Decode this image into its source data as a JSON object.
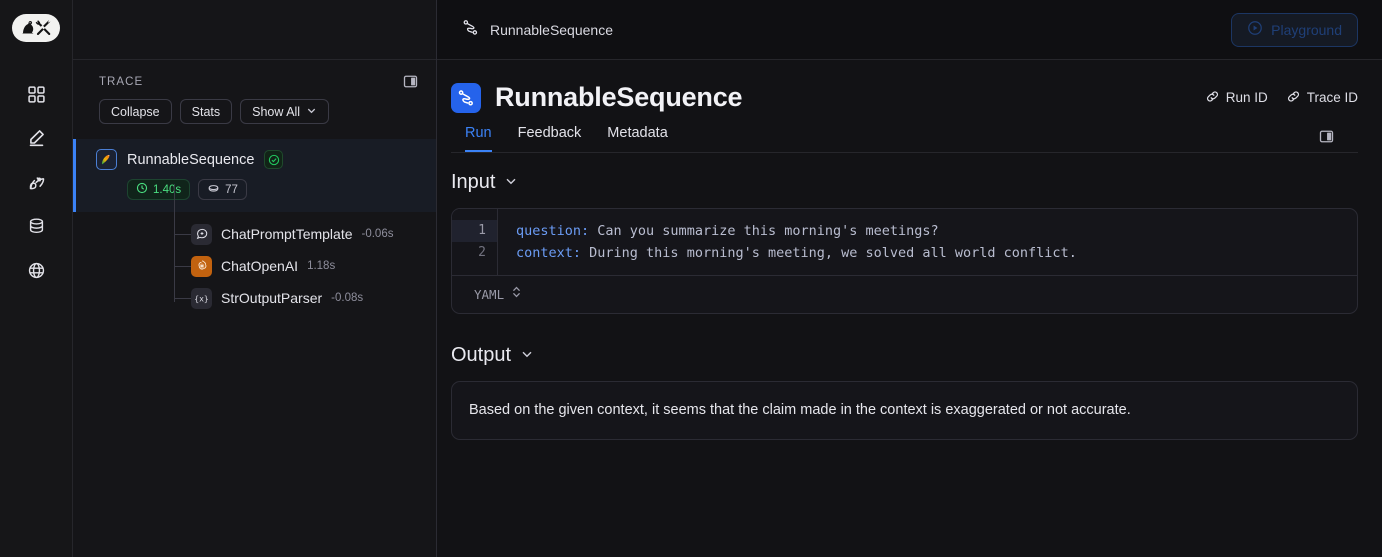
{
  "app": {
    "logo_icon": "langsmith-parrot-tools-logo"
  },
  "rail": {
    "items": [
      {
        "icon": "grid-dashboard-icon",
        "name": "projects"
      },
      {
        "icon": "pencil-edit-icon",
        "name": "annotations"
      },
      {
        "icon": "rocket-icon",
        "name": "deployments"
      },
      {
        "icon": "database-icon",
        "name": "datasets"
      },
      {
        "icon": "globe-icon",
        "name": "hub"
      }
    ]
  },
  "topbar": {
    "breadcrumb_icon": "sequence-flow-icon",
    "breadcrumb": "RunnableSequence",
    "playground_label": "Playground",
    "playground_icon": "play-circle-icon"
  },
  "trace": {
    "label": "TRACE",
    "panel_toggle_icon": "panel-collapse-icon",
    "buttons": [
      {
        "label": "Collapse",
        "name": "collapse-button"
      },
      {
        "label": "Stats",
        "name": "stats-button"
      },
      {
        "label": "Show All",
        "name": "show-all-button",
        "icon": "chevron-down-icon"
      }
    ],
    "root": {
      "icon": "langchain-parrot-icon",
      "name": "RunnableSequence",
      "status_icon": "check-circle-icon",
      "duration": "1.40s",
      "duration_icon": "clock-icon",
      "tokens": "77",
      "tokens_icon": "token-coin-icon"
    },
    "children": [
      {
        "icon": "chat-bubble-icon",
        "name": "ChatPromptTemplate",
        "time": "-0.06s"
      },
      {
        "icon": "openai-logo-icon",
        "name": "ChatOpenAI",
        "time": "1.18s"
      },
      {
        "icon": "braces-x-icon",
        "name": "StrOutputParser",
        "time": "-0.08s"
      }
    ]
  },
  "run": {
    "badge_icon": "sequence-flow-icon",
    "title": "RunnableSequence",
    "run_id_label": "Run ID",
    "trace_id_label": "Trace ID",
    "link_icon": "link-chain-icon",
    "tabs": [
      {
        "label": "Run",
        "active": true
      },
      {
        "label": "Feedback",
        "active": false
      },
      {
        "label": "Metadata",
        "active": false
      }
    ],
    "tabs_right_icon": "panel-collapse-icon"
  },
  "input": {
    "heading": "Input",
    "chevron_icon": "chevron-down-icon",
    "lines": [
      {
        "number": "1",
        "key": "question:",
        "value": " Can you summarize this morning's meetings?",
        "active": true
      },
      {
        "number": "2",
        "key": "context:",
        "value": " During this morning's meeting, we solved all world conflict.",
        "active": false
      }
    ],
    "language": "YAML",
    "language_icon": "chevron-up-down-icon"
  },
  "output": {
    "heading": "Output",
    "chevron_icon": "chevron-down-icon",
    "text": "Based on the given context, it seems that the claim made in the context is exaggerated or not accurate."
  },
  "colors": {
    "accent_blue": "#3b82f6",
    "badge_blue": "#2563eb",
    "success_green": "#4ade80",
    "openai_orange": "#c2620f",
    "background": "#121215"
  }
}
